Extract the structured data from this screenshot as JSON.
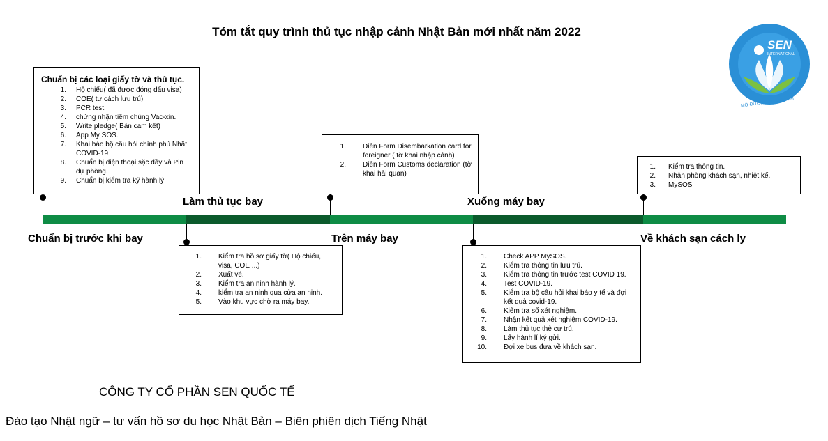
{
  "title": "Tóm tắt quy trình thủ tục nhập cảnh Nhật Bản mới nhất năm 2022",
  "colors": {
    "segment_light": "#0e8c45",
    "segment_dark": "#0b5a2c",
    "logo_blue": "#2a8fd6",
    "logo_green": "#7bc043"
  },
  "logo": {
    "name": "SEN",
    "sub": "INTERNATIONAL",
    "arc_text": "MỞ ĐƯỜNG TƯƠNG LAI"
  },
  "stages": {
    "s1": "Chuẩn bị trước khi bay",
    "s2": "Làm thủ tục bay",
    "s3": "Trên máy bay",
    "s4": "Xuống máy bay",
    "s5": "Về khách sạn cách ly"
  },
  "box1": {
    "heading": "Chuẩn bị các loại giấy tờ và thủ tục.",
    "items": [
      {
        "n": "1.",
        "t": " Hộ chiếu( đã được đóng dấu visa)"
      },
      {
        "n": "2.",
        "t": " COE( tư cách lưu trú)."
      },
      {
        "n": "3.",
        "t": "PCR test."
      },
      {
        "n": "4.",
        "t": "chứng nhận tiêm chủng Vac-xin."
      },
      {
        "n": "5.",
        "t": "Write pledge( Bản cam kết)"
      },
      {
        "n": "6.",
        "t": "App My SOS."
      },
      {
        "n": "7.",
        "t": "Khai báo bộ câu hỏi chính phủ Nhật COVID-19"
      },
      {
        "n": "8.",
        "t": "Chuẩn bị điện thoại sặc đầy và Pin dự phòng."
      },
      {
        "n": "9.",
        "t": "Chuẩn bị kiểm tra kỹ hành lý."
      }
    ]
  },
  "box2": {
    "items": [
      {
        "n": "1.",
        "t": "Kiểm tra hồ sơ giấy tờ( Hộ chiếu, visa, COE ...)"
      },
      {
        "n": "2.",
        "t": "Xuất vé."
      },
      {
        "n": "3.",
        "t": "Kiểm tra an ninh hành lý."
      },
      {
        "n": "4.",
        "t": "kiểm tra an ninh qua cửa an ninh."
      },
      {
        "n": "5.",
        "t": "Vào khu vực chờ ra máy bay."
      }
    ]
  },
  "box3": {
    "items": [
      {
        "n": "1.",
        "t": "Điền Form Disembarkation card for foreigner ( tờ khai nhập cảnh)"
      },
      {
        "n": "2.",
        "t": "Điền Form Customs declaration (tờ khai hải quan)"
      }
    ]
  },
  "box4": {
    "items": [
      {
        "n": "1.",
        "t": "Check APP MySOS."
      },
      {
        "n": "2.",
        "t": " Kiểm tra thông tin lưu trú."
      },
      {
        "n": "3.",
        "t": "Kiểm tra thông tin trước test COVID 19."
      },
      {
        "n": "4.",
        "t": "Test COVID-19."
      },
      {
        "n": "5.",
        "t": "Kiểm tra bộ câu hỏi khai báo y tế và đợi kết quả covid-19."
      },
      {
        "n": "6.",
        "t": "Kiểm tra số xét nghiệm."
      },
      {
        "n": "7.",
        "t": "Nhận kết quả xét nghiệm COVID-19."
      },
      {
        "n": "8.",
        "t": "Làm thủ tục thẻ cư trú."
      },
      {
        "n": "9.",
        "t": "Lấy hành lí ký gửi."
      },
      {
        "n": "10.",
        "t": "Đợi xe bus đưa về khách sạn."
      }
    ]
  },
  "box5": {
    "items": [
      {
        "n": "1.",
        "t": "Kiểm tra thông tin."
      },
      {
        "n": "2.",
        "t": "Nhận phòng khách sạn, nhiệt kế."
      },
      {
        "n": "3.",
        "t": "MySOS"
      }
    ]
  },
  "company": "CÔNG TY CỔ PHẦN SEN QUỐC TẾ",
  "tagline": "Đào tạo Nhật ngữ – tư vấn hồ sơ du học Nhật Bản – Biên phiên dịch Tiếng Nhật"
}
